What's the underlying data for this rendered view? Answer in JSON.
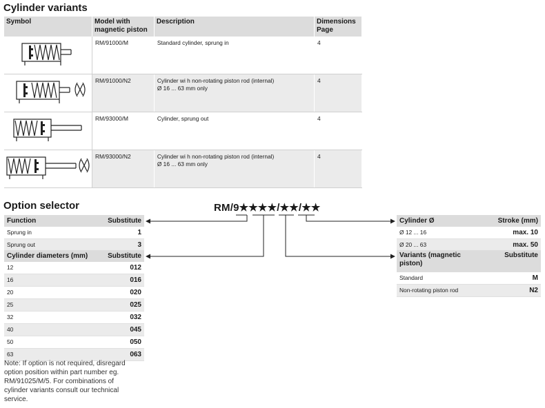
{
  "variants": {
    "title": "Cylinder variants",
    "headers": {
      "symbol": "Symbol",
      "model": "Model with magnetic piston",
      "description": "Description",
      "dimensions": "Dimensions Page"
    },
    "rows": [
      {
        "model": "RM/91000/M",
        "desc1": "Standard cylinder, sprung in",
        "desc2": "",
        "page": "4",
        "symbol": "sprung-in-cylinder-icon"
      },
      {
        "model": "RM/91000/N2",
        "desc1": "Cylinder wi h non-rotating piston rod (internal)",
        "desc2": "Ø 16 ... 63 mm only",
        "page": "4",
        "symbol": "sprung-in-non-rotating-cylinder-icon"
      },
      {
        "model": "RM/93000/M",
        "desc1": "Cylinder, sprung out",
        "desc2": "",
        "page": "4",
        "symbol": "sprung-out-cylinder-icon"
      },
      {
        "model": "RM/93000/N2",
        "desc1": "Cylinder wi h non-rotating piston rod (internal)",
        "desc2": "Ø 16 ... 63 mm only",
        "page": "4",
        "symbol": "sprung-out-non-rotating-cylinder-icon"
      }
    ]
  },
  "selector": {
    "title": "Option selector",
    "code": "RM/9★★★★/★★/★★",
    "function": {
      "header": "Function",
      "header_sub": "Substitute",
      "rows": [
        {
          "label": "Sprung in",
          "value": "1"
        },
        {
          "label": "Sprung out",
          "value": "3"
        }
      ]
    },
    "diameters": {
      "header": "Cylinder diameters (mm)",
      "header_sub": "Substitute",
      "rows": [
        {
          "label": "12",
          "value": "012"
        },
        {
          "label": "16",
          "value": "016"
        },
        {
          "label": "20",
          "value": "020"
        },
        {
          "label": "25",
          "value": "025"
        },
        {
          "label": "32",
          "value": "032"
        },
        {
          "label": "40",
          "value": "045"
        },
        {
          "label": "50",
          "value": "050"
        },
        {
          "label": "63",
          "value": "063"
        }
      ]
    },
    "stroke": {
      "header": "Cylinder Ø",
      "header_sub": "Stroke (mm)",
      "rows": [
        {
          "label": "Ø 12 ... 16",
          "value": "max. 10"
        },
        {
          "label": "Ø 20 ... 63",
          "value": "max. 50"
        }
      ]
    },
    "piston": {
      "header": "Variants (magnetic piston)",
      "header_sub": "Substitute",
      "rows": [
        {
          "label": "Standard",
          "value": "M"
        },
        {
          "label": "Non-rotating piston rod",
          "value": "N2"
        }
      ]
    },
    "note": "Note: If option is not required, disregard option position within part number eg. RM/91025/M/5. For combinations of cylinder variants consult our technical service."
  }
}
